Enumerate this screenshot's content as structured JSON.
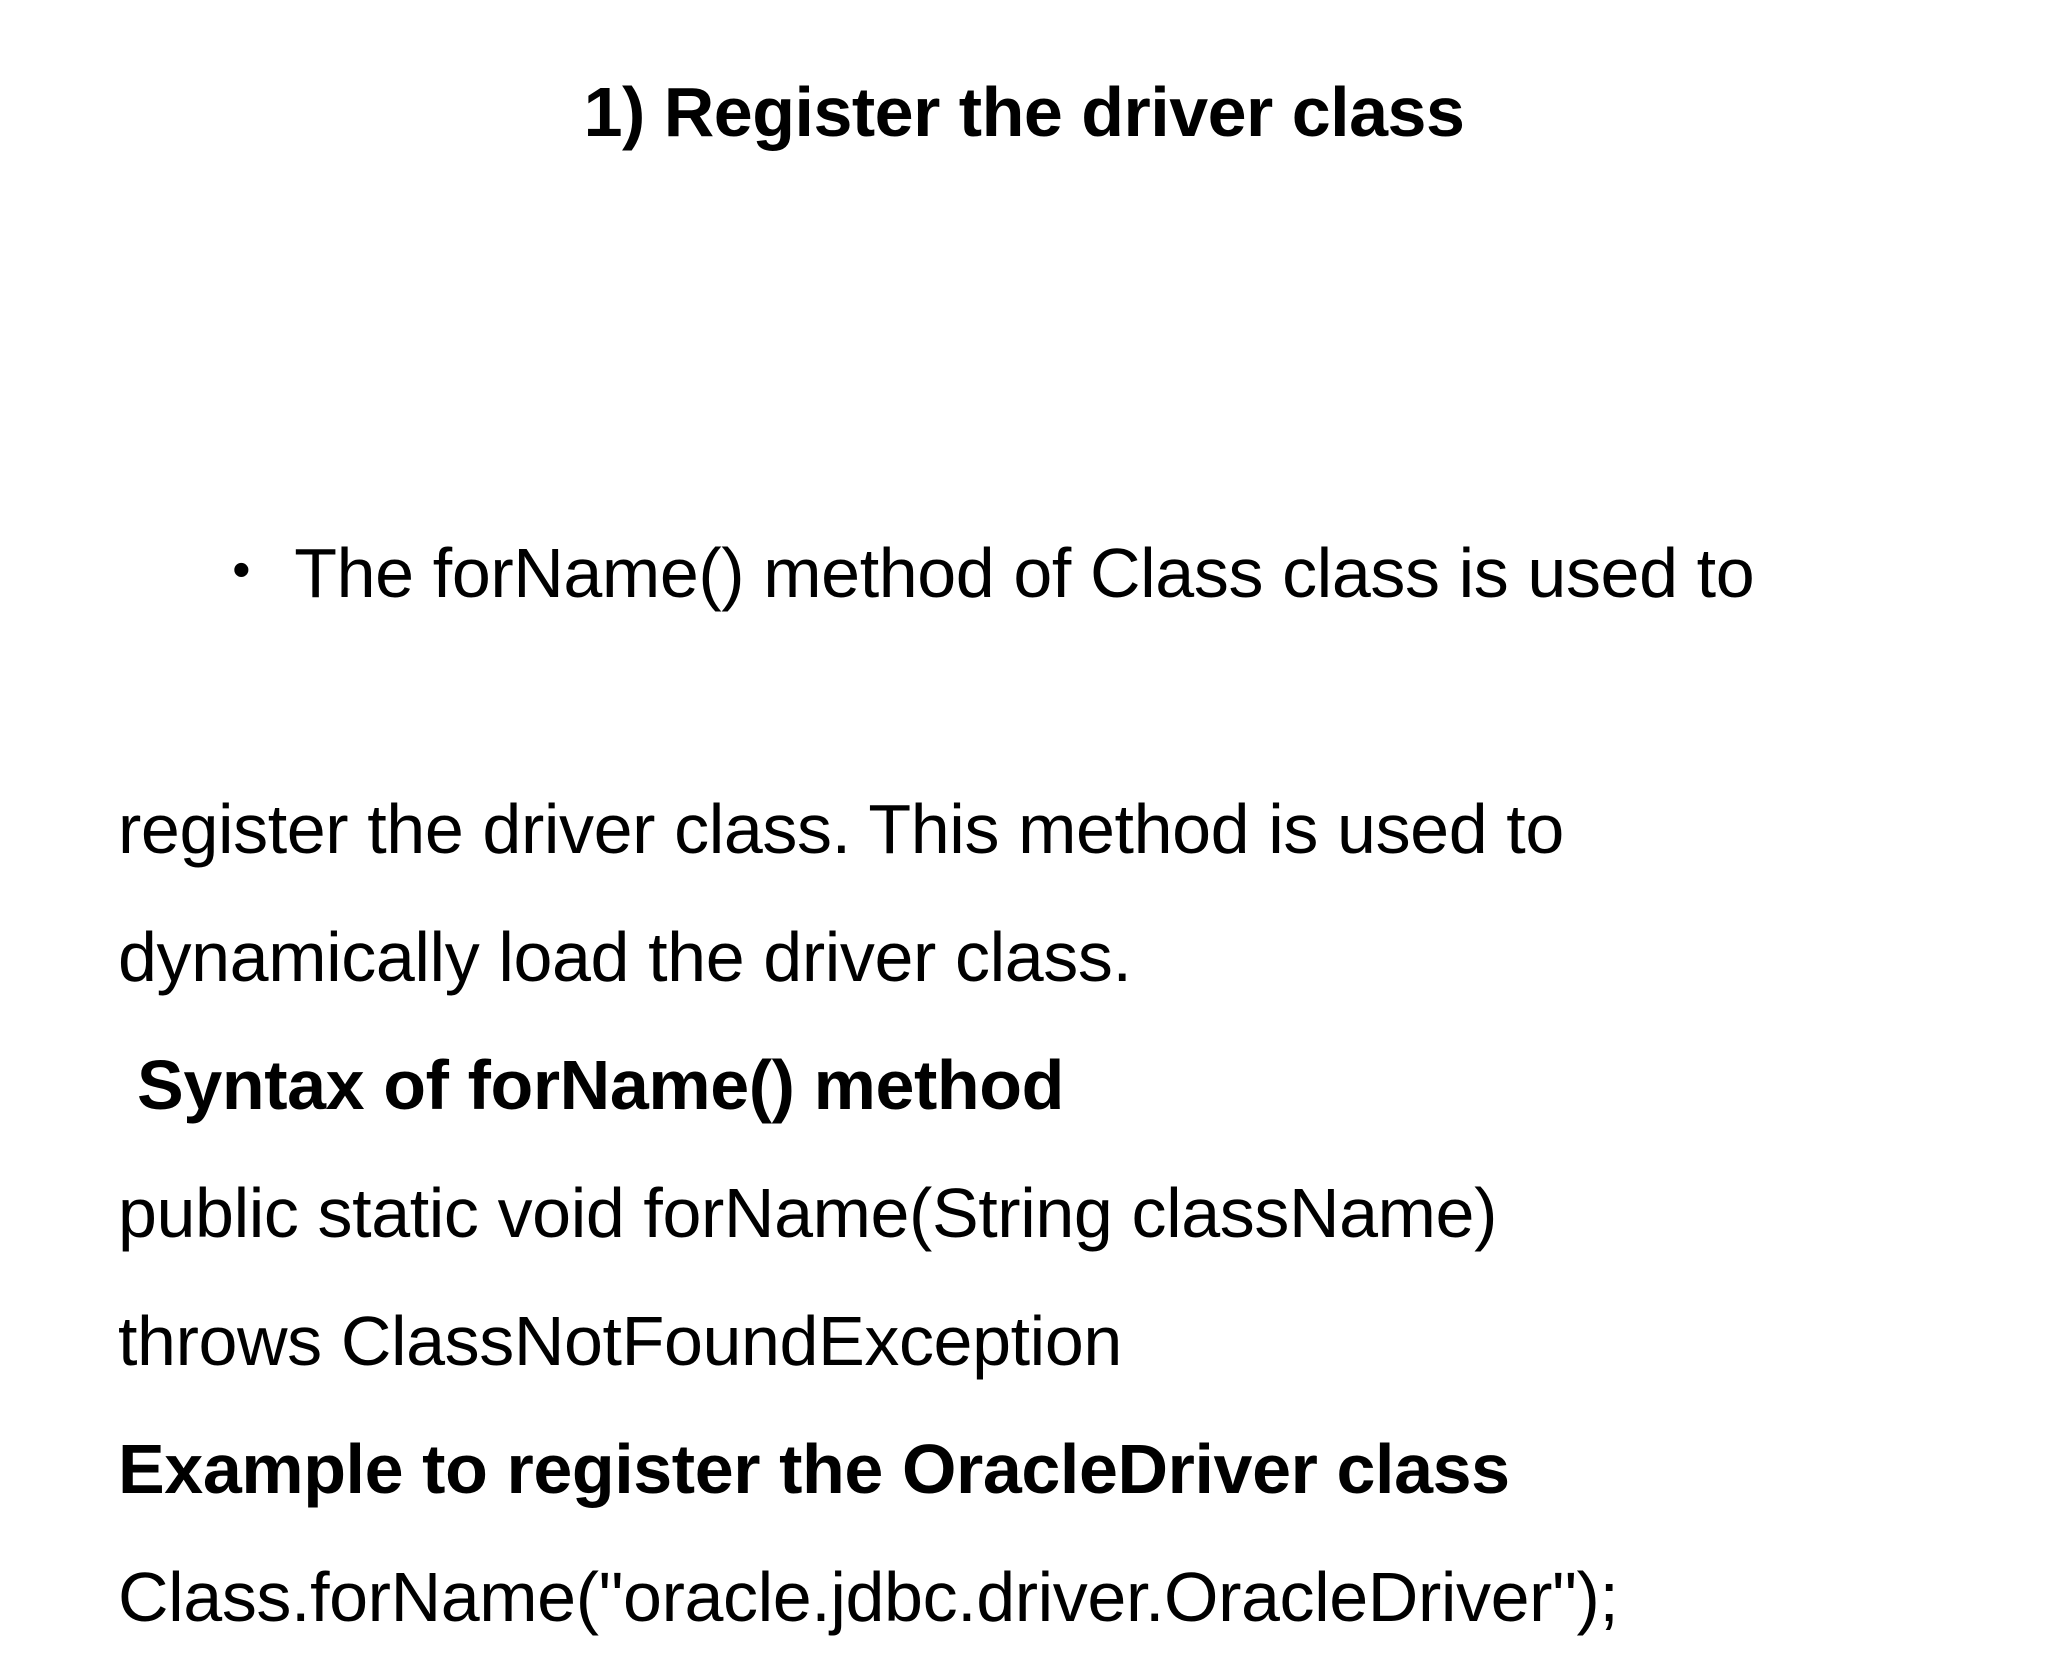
{
  "slide": {
    "title": "1) Register the driver class",
    "background_color": "#ffffff",
    "text_color": "#000000",
    "bullet_glyph": "•",
    "body": {
      "bullet_paragraph": "The forName() method of Class class is used to register the driver class. This method is used to dynamically load the driver class.",
      "bullet_line_1": "The forName() method of Class class is used to",
      "bullet_line_2": "register the driver class. This method is used to",
      "bullet_line_3": "dynamically load the driver class.",
      "syntax_heading": " Syntax of forName() method",
      "syntax_line_1": "public static void forName(String className)",
      "syntax_line_2": "throws ClassNotFoundException",
      "example_heading": "Example to register the OracleDriver class",
      "example_code": "Class.forName(\"oracle.jdbc.driver.OracleDriver\");"
    }
  }
}
